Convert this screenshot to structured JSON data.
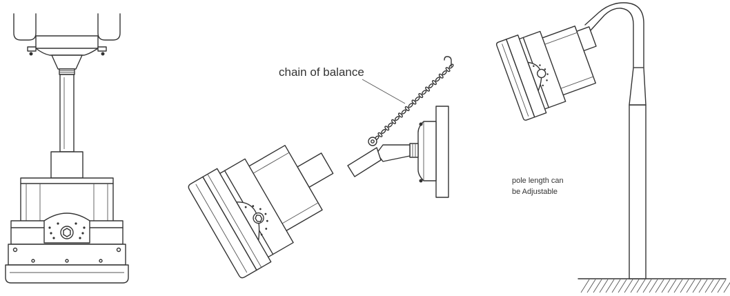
{
  "labels": {
    "chain": "chain of balance",
    "pole_line1": "pole length can",
    "pole_line2": "be Adjustable"
  }
}
